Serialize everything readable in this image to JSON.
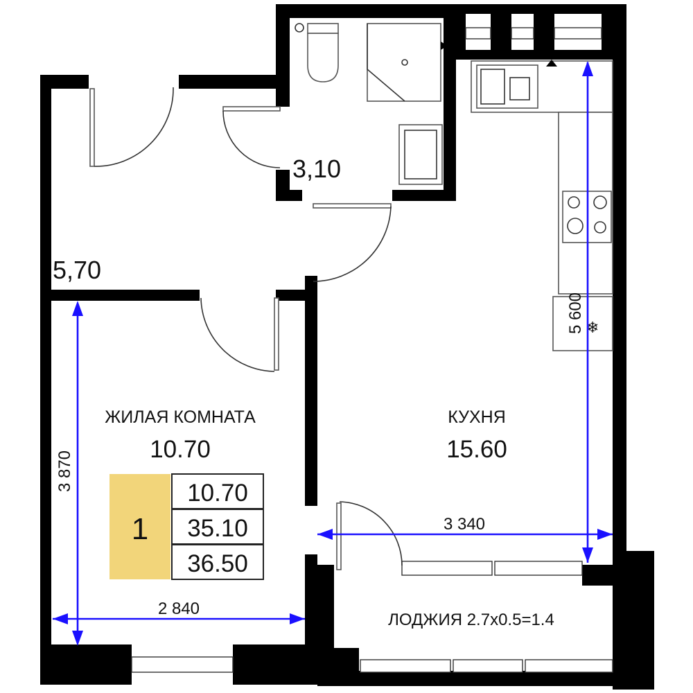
{
  "rooms": {
    "hall": {
      "area": "5,70"
    },
    "bath": {
      "area": "3,10"
    },
    "living": {
      "name": "ЖИЛАЯ КОМНАТА",
      "area": "10.70"
    },
    "kitchen": {
      "name": "КУХНЯ",
      "area": "15.60"
    },
    "loggia": {
      "label": "ЛОДЖИЯ 2.7x0.5=1.4"
    }
  },
  "summary": {
    "rooms_count": "1",
    "living_area": "10.70",
    "total_area": "35.10",
    "total_with_loggia": "36.50",
    "badge_color": "#f2d57a"
  },
  "dimensions": {
    "living_height": "3 870",
    "living_width": "2 840",
    "kitchen_width": "3 340",
    "kitchen_height": "5 600"
  },
  "colors": {
    "dimension": "#1a10ff",
    "wall": "#000000"
  }
}
